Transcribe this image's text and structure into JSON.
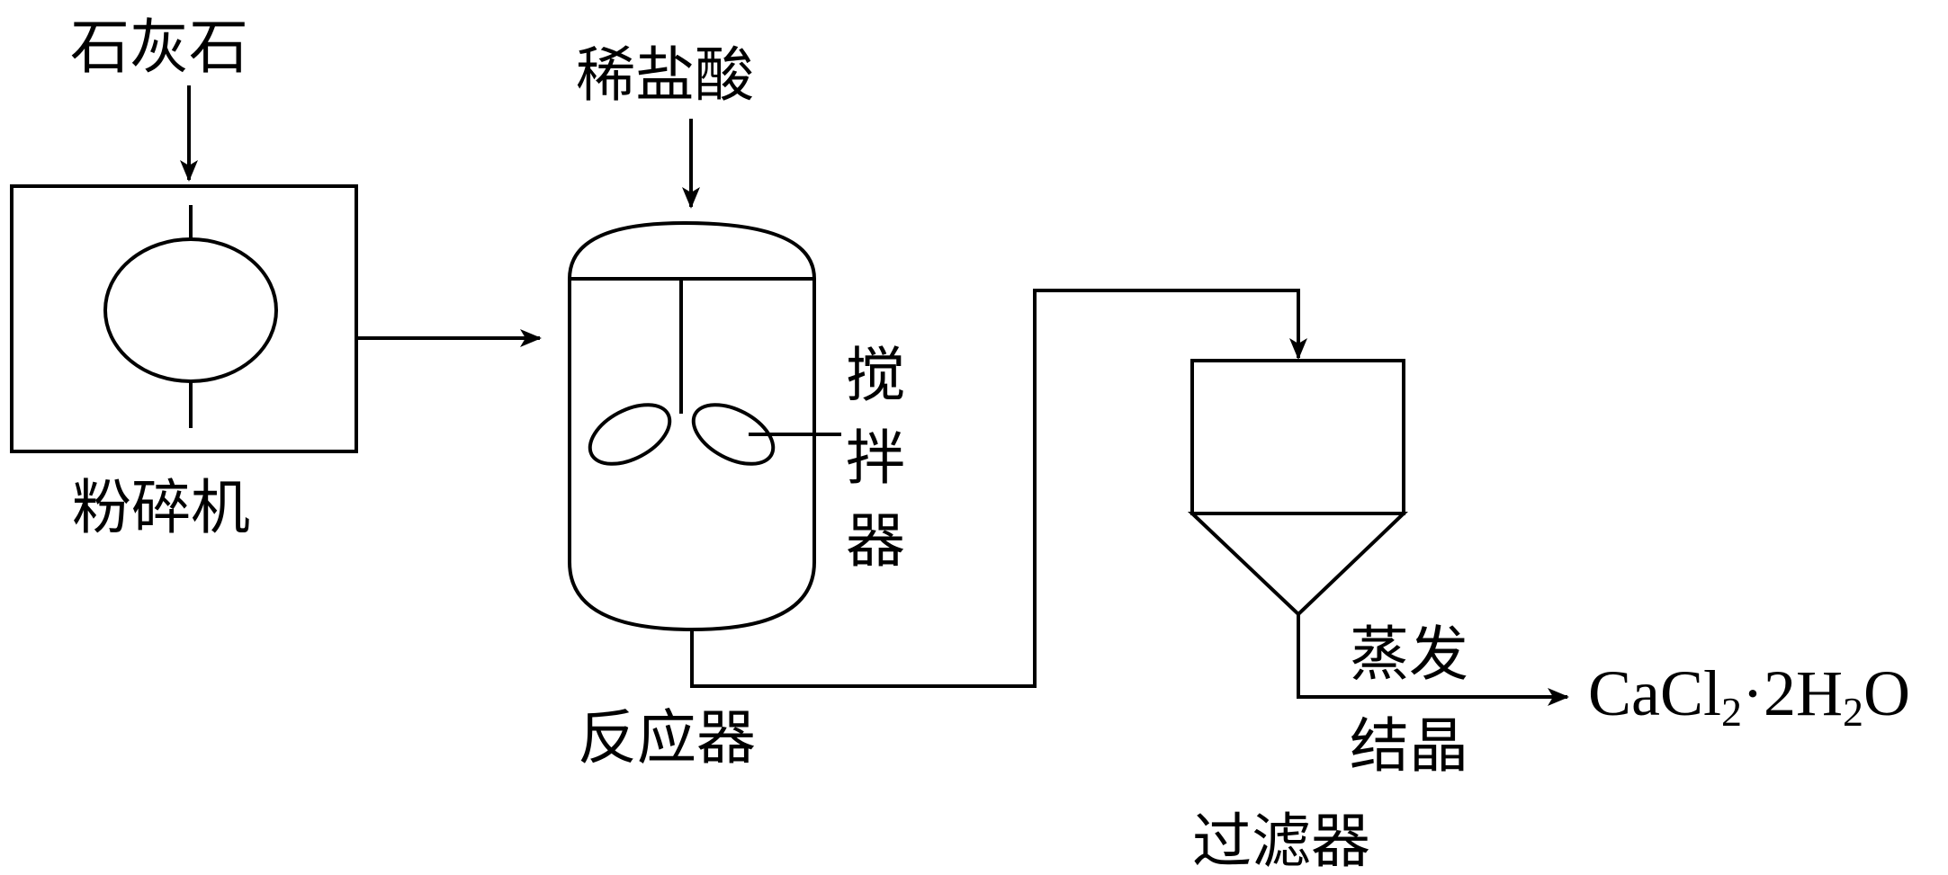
{
  "inputs": {
    "limestone": "石灰石",
    "dilute_hcl": "稀盐酸"
  },
  "equipment": {
    "crusher": "粉碎机",
    "reactor": "反应器",
    "stirrer": [
      "搅",
      "拌",
      "器"
    ],
    "filter": "过滤器"
  },
  "steps": {
    "evaporate": "蒸发",
    "crystallize": "结晶"
  },
  "product": {
    "formula_prefix": "CaCl",
    "sub1": "2",
    "middle": "·2H",
    "sub2": "2",
    "suffix": "O"
  }
}
